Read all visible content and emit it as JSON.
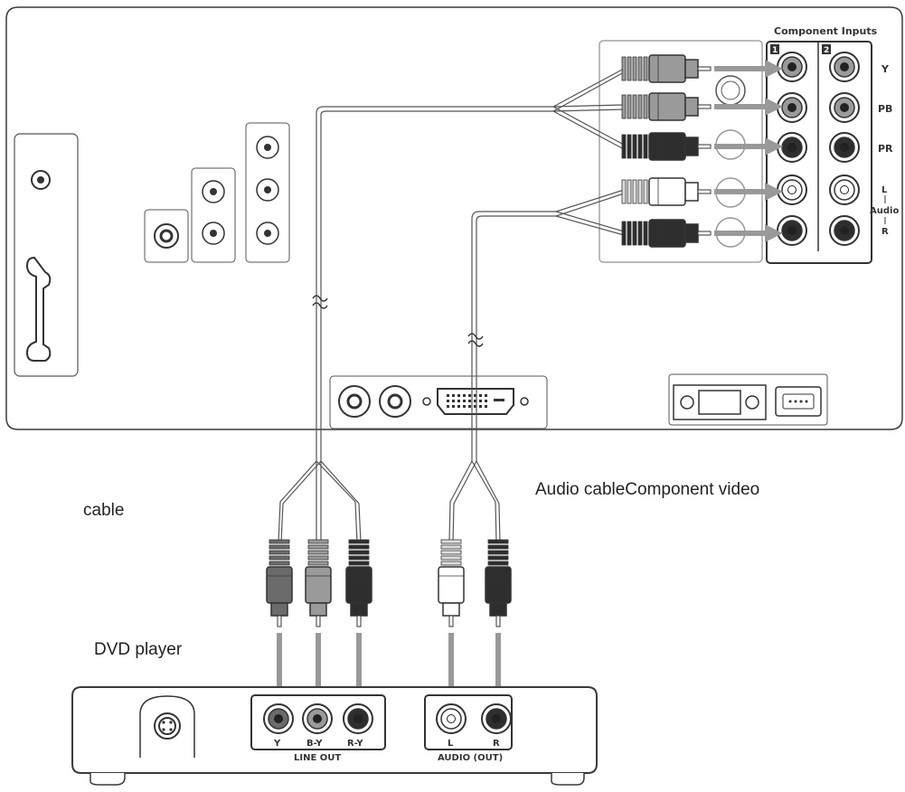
{
  "captions": {
    "audio_component": "Audio cableComponent video",
    "cable": "cable",
    "dvd_player": "DVD player"
  },
  "tv_panel": {
    "component_inputs_title": "Component Inputs",
    "group_1": "1",
    "group_2": "2",
    "label_y": "Y",
    "label_pb": "PB",
    "label_pr": "PR",
    "label_l": "L",
    "label_audio": "Audio",
    "label_r": "R"
  },
  "dvd": {
    "label_y": "Y",
    "label_by": "B-Y",
    "label_ry": "R-Y",
    "line_out": "LINE OUT",
    "label_l": "L",
    "label_r": "R",
    "audio_out": "AUDIO (OUT)"
  },
  "colors": {
    "outline": "#3a3a3a",
    "plug_light": "#9a9a9a",
    "plug_mid": "#6b6b6b",
    "plug_dark": "#2e2e2e",
    "plug_white": "#ffffff",
    "arrow": "#999999",
    "panel_fill": "#ffffff"
  }
}
